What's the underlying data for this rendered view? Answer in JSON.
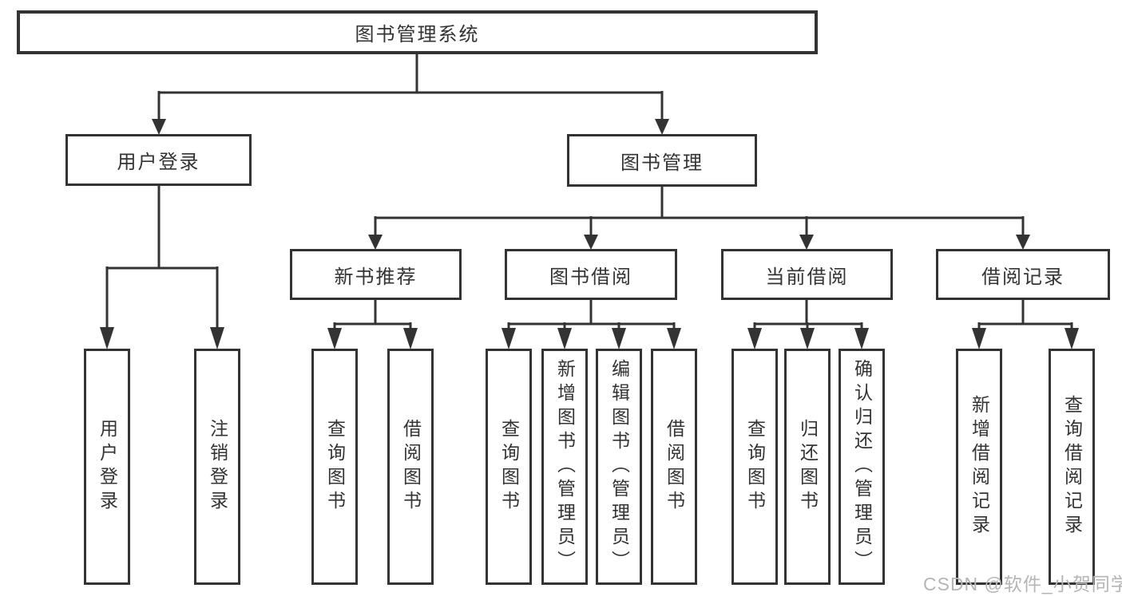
{
  "diagram": {
    "root": {
      "label": "图书管理系统"
    },
    "level2": {
      "user_login": {
        "label": "用户登录"
      },
      "book_management": {
        "label": "图书管理"
      }
    },
    "level3": {
      "new_book_recommend": {
        "label": "新书推荐"
      },
      "book_borrow": {
        "label": "图书借阅"
      },
      "current_borrow": {
        "label": "当前借阅"
      },
      "borrow_records": {
        "label": "借阅记录"
      }
    },
    "leaves": {
      "user_login": [
        "用户登录",
        "注销登录"
      ],
      "new_book_recommend": [
        "查询图书",
        "借阅图书"
      ],
      "book_borrow": [
        "查询图书",
        "新增图书（管理员）",
        "编辑图书（管理员）",
        "借阅图书"
      ],
      "current_borrow": [
        "查询图书",
        "归还图书",
        "确认归还（管理员）"
      ],
      "borrow_records": [
        "新增借阅记录",
        "查询借阅记录"
      ]
    }
  },
  "watermark": {
    "text": "CSDN @软件_小贺同学"
  },
  "colors": {
    "line": "#333333",
    "text": "#333333",
    "box_background": "#ffffff",
    "page_background": "#ffffff",
    "watermark": "#b5b5b5"
  }
}
